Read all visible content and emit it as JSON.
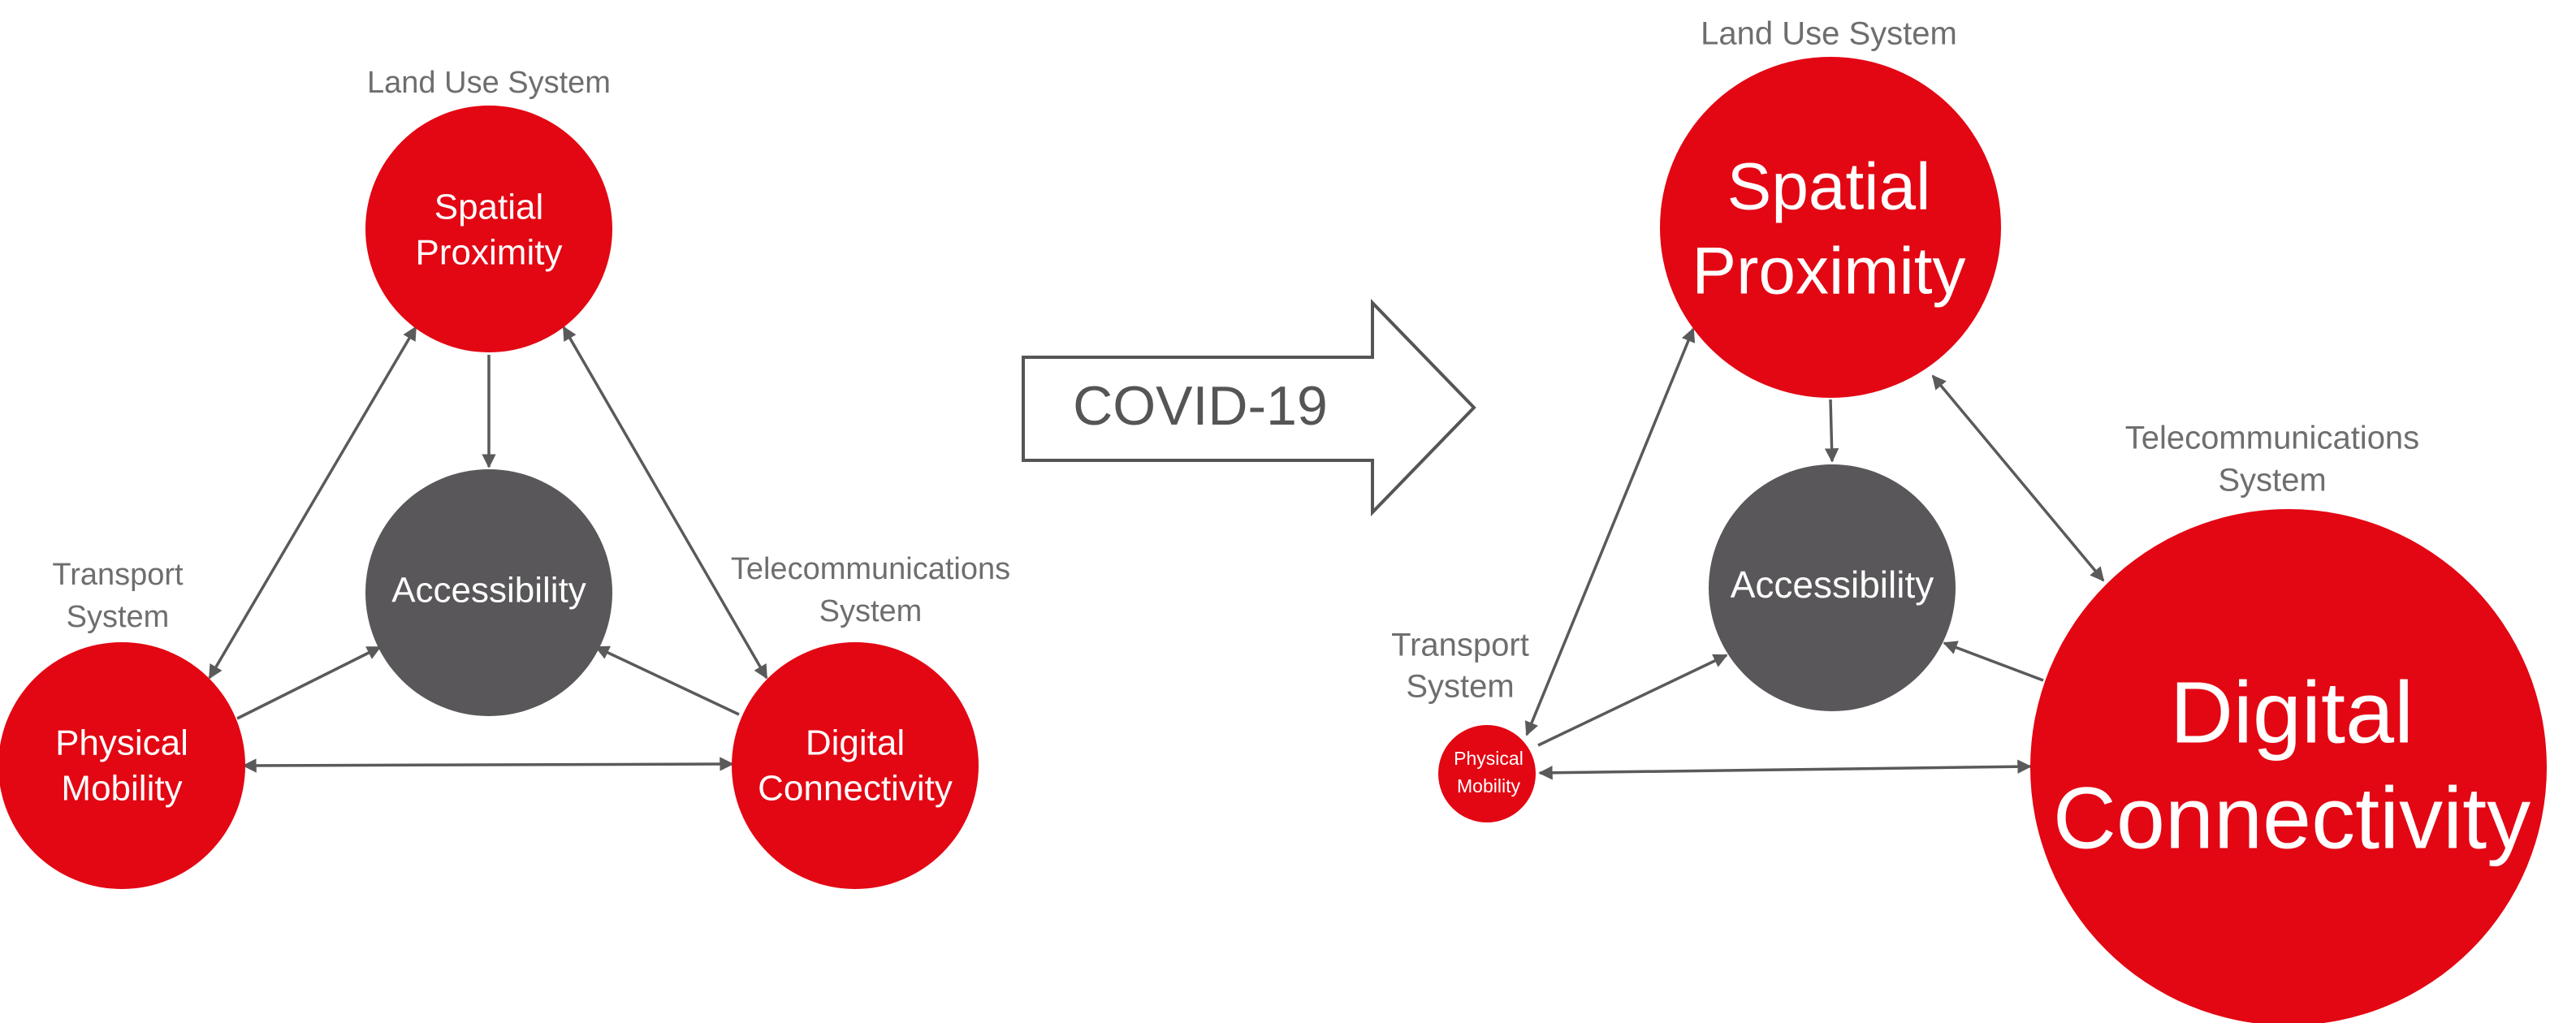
{
  "colors": {
    "node_red": "#e30613",
    "node_dark": "#595759",
    "edge": "#5a5a5a",
    "system_text": "#6e6e6e"
  },
  "transition": {
    "label": "COVID-19"
  },
  "before": {
    "land_use_label": "Land Use System",
    "transport_label": [
      "Transport",
      "System"
    ],
    "telecom_label": [
      "Telecommunications",
      "System"
    ],
    "spatial": [
      "Spatial",
      "Proximity"
    ],
    "accessibility": "Accessibility",
    "mobility": [
      "Physical",
      "Mobility"
    ],
    "digital": [
      "Digital",
      "Connectivity"
    ]
  },
  "after": {
    "land_use_label": "Land Use System",
    "transport_label": [
      "Transport",
      "System"
    ],
    "telecom_label": [
      "Telecommunications",
      "System"
    ],
    "spatial": [
      "Spatial",
      "Proximity"
    ],
    "accessibility": "Accessibility",
    "mobility": [
      "Physical",
      "Mobility"
    ],
    "digital": [
      "Digital",
      "Connectivity"
    ]
  }
}
